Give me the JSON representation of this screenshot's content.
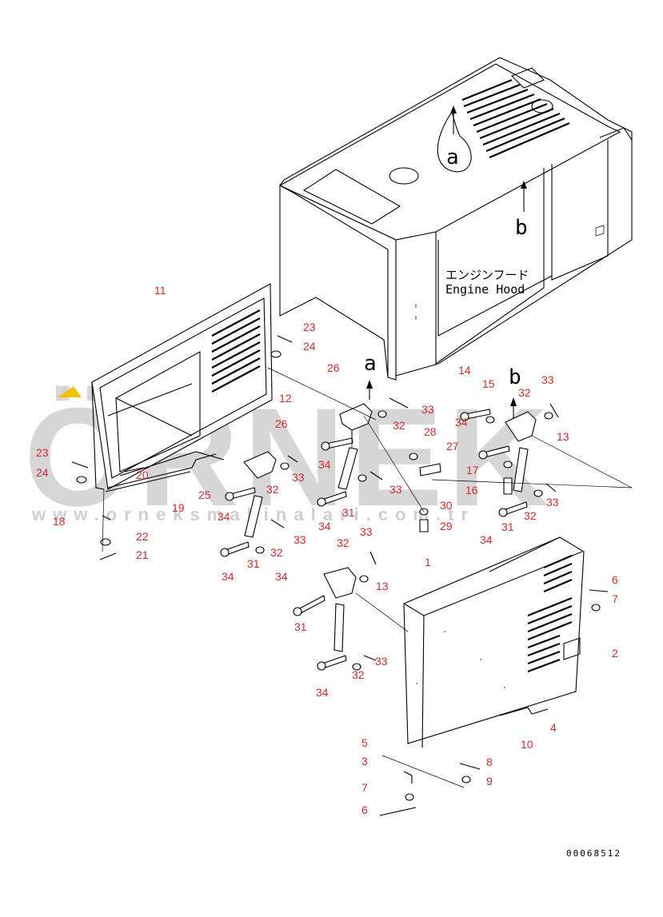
{
  "watermark": {
    "brand": "ÖRNEK",
    "url": "www.orneksmakinalari.com.tr",
    "accent_color": "#f2c200"
  },
  "hood_label": {
    "japanese": "エンジンフード",
    "english": "Engine Hood"
  },
  "reference_letters": {
    "a": "a",
    "b": "b"
  },
  "drawing_code": "00068512",
  "part_color": "#d42a2a",
  "callouts": {
    "p1": "1",
    "p2": "2",
    "p3": "3",
    "p4": "4",
    "p5": "5",
    "p6a": "6",
    "p6b": "6",
    "p7a": "7",
    "p7b": "7",
    "p8": "8",
    "p9": "9",
    "p10": "10",
    "p11": "11",
    "p12": "12",
    "p13a": "13",
    "p13b": "13",
    "p14": "14",
    "p15": "15",
    "p16": "16",
    "p17": "17",
    "p18": "18",
    "p19": "19",
    "p20": "20",
    "p21": "21",
    "p22": "22",
    "p23a": "23",
    "p23b": "23",
    "p24a": "24",
    "p24b": "24",
    "p25": "25",
    "p26a": "26",
    "p26b": "26",
    "p27": "27",
    "p28": "28",
    "p29": "29",
    "p30": "30",
    "p31a": "31",
    "p31b": "31",
    "p31c": "31",
    "p31d": "31",
    "p32a": "32",
    "p32b": "32",
    "p32c": "32",
    "p32d": "32",
    "p32e": "32",
    "p32f": "32",
    "p32g": "32",
    "p33a": "33",
    "p33b": "33",
    "p33c": "33",
    "p33d": "33",
    "p33e": "33",
    "p33f": "33",
    "p33g": "33",
    "p33h": "33",
    "p34a": "34",
    "p34b": "34",
    "p34c": "34",
    "p34d": "34",
    "p34e": "34",
    "p34f": "34",
    "p34g": "34",
    "p34h": "34"
  }
}
